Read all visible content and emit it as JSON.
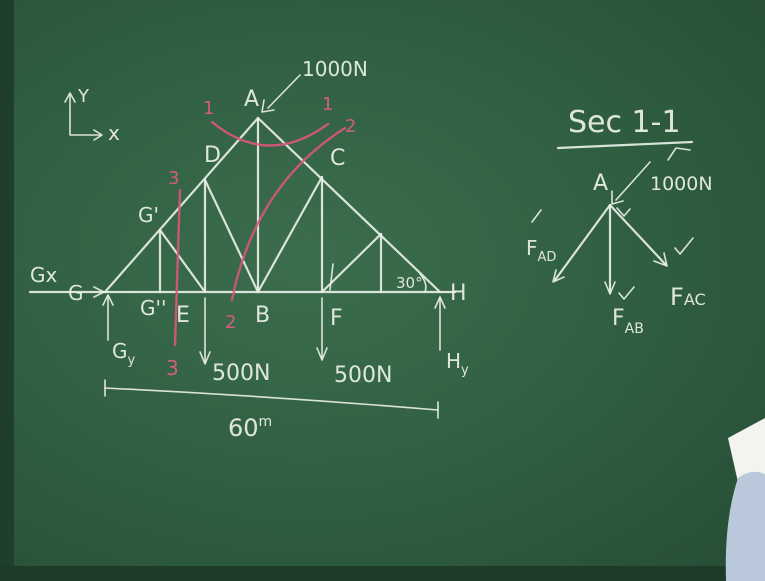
{
  "coordinate_axes": {
    "y_label": "Y",
    "x_label": "x"
  },
  "truss": {
    "nodes": {
      "A": "A",
      "B": "B",
      "C": "C",
      "D": "D",
      "E": "E",
      "F": "F",
      "G": "G",
      "G_prime": "G'",
      "G_double_prime": "G''",
      "H": "H"
    },
    "reactions": {
      "gx": "Gx",
      "gy": "G",
      "gy_sub": "y",
      "hy": "H",
      "hy_sub": "y"
    },
    "loads": {
      "top": "1000N",
      "left": "500N",
      "right": "500N"
    },
    "angle": "30°",
    "span": "60",
    "span_unit": "m"
  },
  "section_cuts": {
    "cut1_left": "1",
    "cut1_right": "1",
    "cut2_top": "2",
    "cut2_bottom": "2",
    "cut3_top": "3",
    "cut3_bottom": "3"
  },
  "free_body": {
    "title": "Sec 1-1",
    "node": "A",
    "load": "1000N",
    "fad": "F",
    "fad_sub": "AD",
    "fab": "F",
    "fab_sub": "AB",
    "fac": "F",
    "fac_sub": "AC"
  }
}
